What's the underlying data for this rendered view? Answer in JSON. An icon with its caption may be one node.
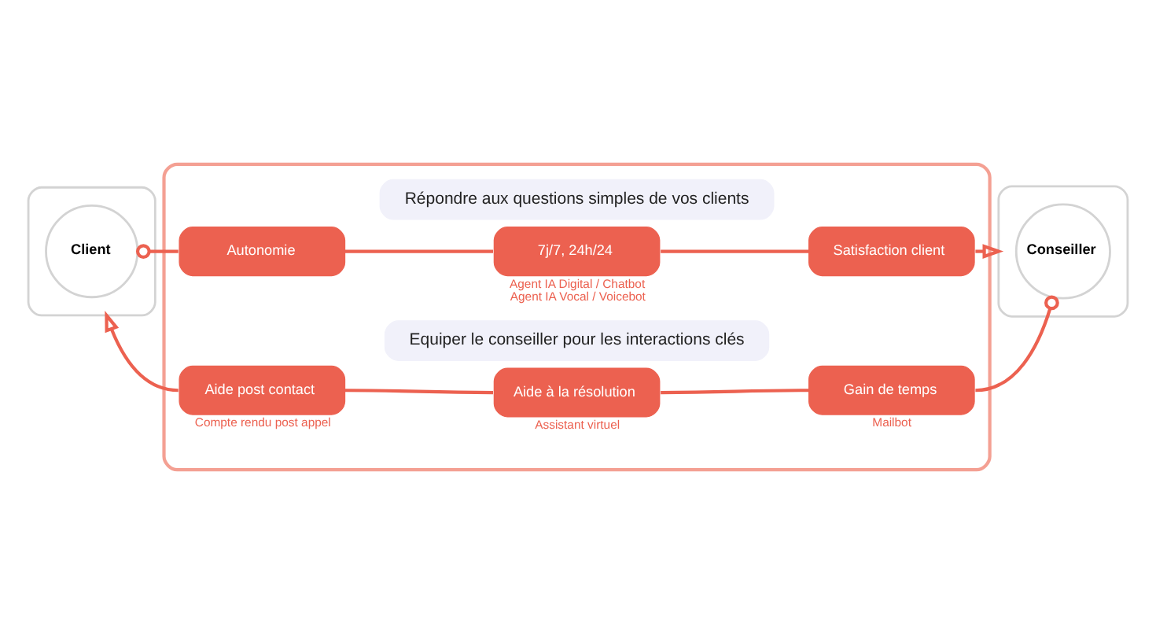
{
  "diagram": {
    "nodes": [
      {
        "text": [],
        "shape": "box"
      },
      {
        "text": [
          "Client"
        ],
        "in": 0
      },
      {
        "text": [],
        "shape": "box"
      },
      {
        "text": [
          "Répondre aux questions simples de vos clients"
        ],
        "in": 2
      },
      {
        "text": [
          "Autonomie"
        ],
        "in": 2
      },
      {
        "text": [
          "7j/7, 24h/24"
        ],
        "in": 2,
        "beside": [
          "Agent IA Digital / Chatbot",
          "Agent IA Vocal / Voicebot"
        ]
      },
      {
        "text": [
          "Satisfaction client"
        ],
        "in": 2
      },
      {
        "text": [
          "Equiper le conseiller pour les interactions clés"
        ],
        "in": 2
      },
      {
        "text": [
          "Aide post contact"
        ],
        "in": 2,
        "beside": [
          "Compte rendu post appel"
        ]
      },
      {
        "text": [
          "Aide à la résolution"
        ],
        "in": 2,
        "beside": [
          "Assistant virtuel"
        ]
      },
      {
        "text": [
          "Gain de temps"
        ],
        "in": 2,
        "beside": [
          "Mailbot"
        ]
      },
      {
        "text": [],
        "shape": "box"
      },
      {
        "text": [
          "Conseiller"
        ],
        "in": 11
      }
    ],
    "edges": [
      {
        "from": 1,
        "to": 4,
        "arrow": "other"
      },
      {
        "from": 4,
        "to": 5,
        "arrow": "none"
      },
      {
        "from": 5,
        "to": 6,
        "arrow": "none"
      },
      {
        "from": 6,
        "to": 11,
        "arrow": "to"
      },
      {
        "from": 12,
        "to": 10,
        "arrow": "other"
      },
      {
        "from": 10,
        "to": 9,
        "arrow": "none"
      },
      {
        "from": 9,
        "to": 8,
        "arrow": "none"
      },
      {
        "from": 8,
        "to": 0,
        "arrow": "to"
      }
    ]
  }
}
